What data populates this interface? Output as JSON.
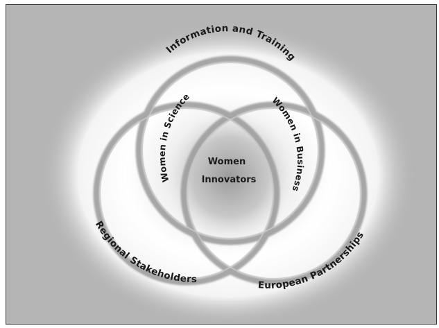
{
  "diagram": {
    "center": {
      "line1": "Women",
      "line2": "Innovators"
    },
    "outer_labels": {
      "top": "Information and Training",
      "bottom_left": "Regional Stakeholders",
      "bottom_right": "European Partnerships"
    },
    "inner_labels": {
      "left": "Women in Science",
      "right": "Women in Business"
    },
    "colors": {
      "background": "#b5b5b5",
      "glow": "#ffffff",
      "ring": "#9e9e9e",
      "text": "#1a1a1a"
    }
  }
}
